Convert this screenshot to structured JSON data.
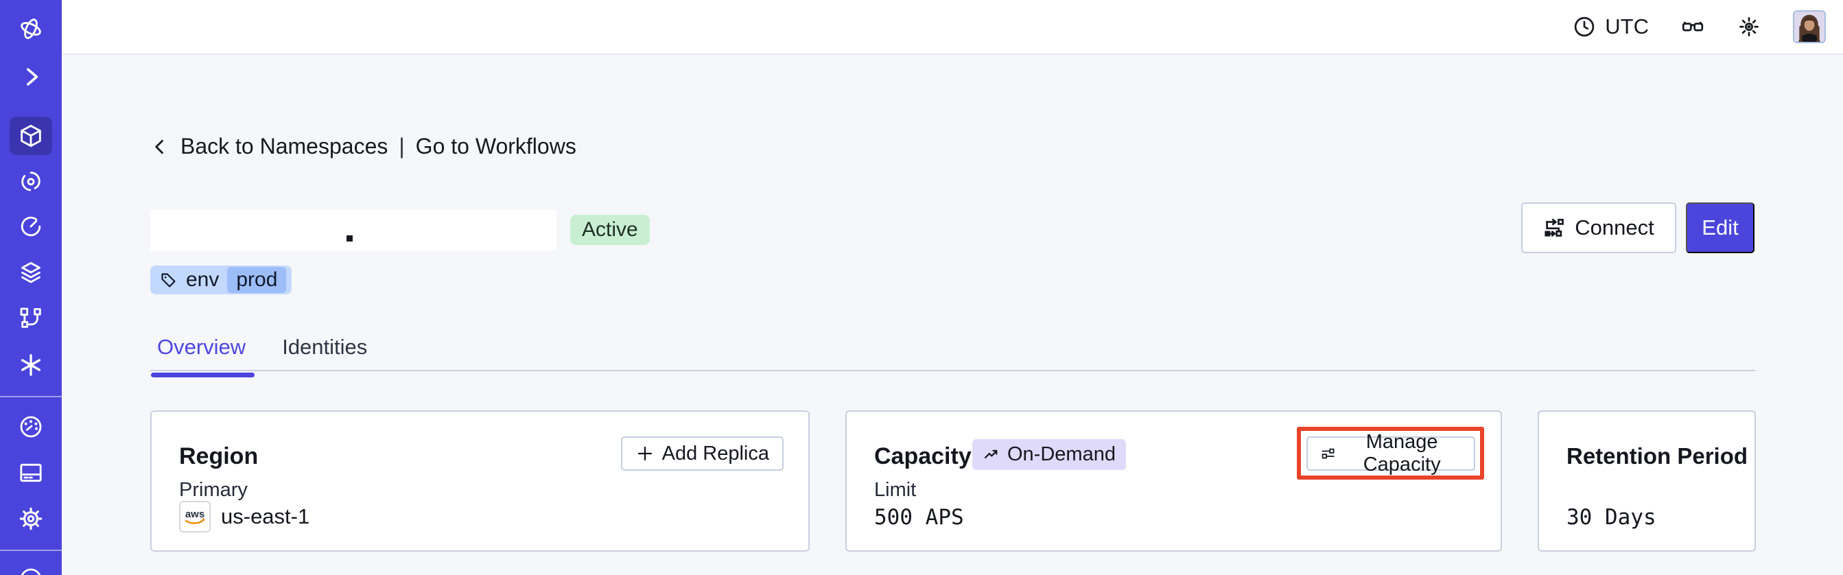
{
  "topbar": {
    "timezone": "UTC"
  },
  "breadcrumb": {
    "back": "Back to Namespaces",
    "separator": "|",
    "forward": "Go to Workflows"
  },
  "namespace": {
    "status": "Active",
    "tag": {
      "key": "env",
      "value": "prod"
    }
  },
  "actions": {
    "connect": "Connect",
    "edit": "Edit"
  },
  "tabs": {
    "overview": "Overview",
    "identities": "Identities"
  },
  "cards": {
    "region": {
      "title": "Region",
      "action": "Add Replica",
      "label": "Primary",
      "provider": "aws",
      "value": "us-east-1"
    },
    "capacity": {
      "title": "Capacity",
      "badge": "On-Demand",
      "action": "Manage Capacity",
      "label": "Limit",
      "value": "500 APS"
    },
    "retention": {
      "title": "Retention Period",
      "value": "30 Days"
    }
  },
  "sidebar": {
    "icons": [
      "temporal-logo",
      "expand-chevron",
      "namespaces",
      "nexus-spiral",
      "schedules-clock",
      "deployments-layers",
      "pipelines-branch",
      "interceptors-asterisk",
      "usage-gauge",
      "billing-card",
      "settings-gear",
      "support-circle"
    ]
  },
  "colors": {
    "sidebar": "#4A44DC",
    "sidebar_active": "#3A35AF",
    "accent": "#4B45DC",
    "status_active_bg": "#C9EFD2",
    "tag_bg": "#C3D8FD",
    "tag_inner_bg": "#9DBDF9",
    "ondemand_bg": "#DFDAFA",
    "highlight_red": "#E8432B",
    "aws_orange": "#F08804",
    "aws_navy": "#252F3E"
  }
}
